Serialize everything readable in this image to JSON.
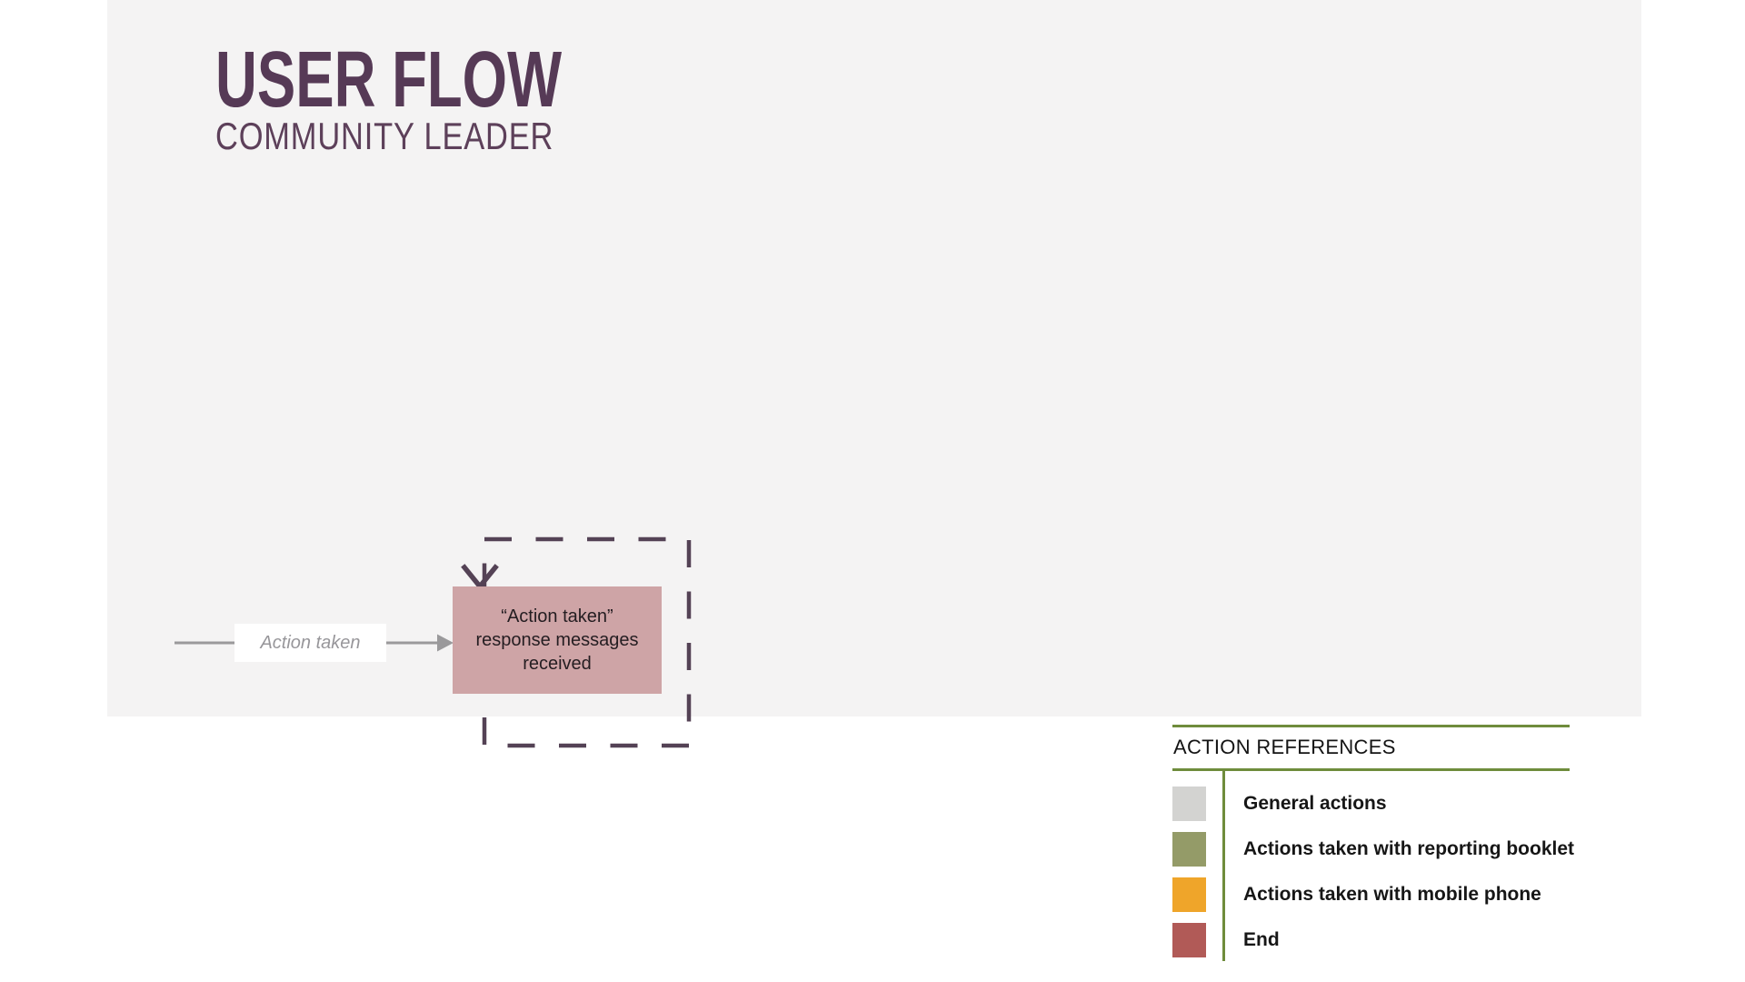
{
  "title": {
    "main": "USER FLOW",
    "subtitle": "COMMUNITY LEADER"
  },
  "flow": {
    "edge_label": "Action taken",
    "end_node": {
      "lines": [
        "“Action taken”",
        "response messages",
        "received"
      ]
    }
  },
  "legend": {
    "title": "ACTION REFERENCES",
    "items": [
      {
        "label": "General actions",
        "color": "#d3d3d1"
      },
      {
        "label": "Actions taken with reporting booklet",
        "color": "#949b68"
      },
      {
        "label": "Actions taken with mobile phone",
        "color": "#efa52a"
      },
      {
        "label": "End",
        "color": "#b15a57"
      }
    ]
  },
  "colors": {
    "title_text": "#563a56",
    "subtitle_text": "#5d405a",
    "panel_bg": "#f4f3f3",
    "node_fill": "#cea4a6",
    "node_text": "#241d21",
    "dashed_outline": "#544255",
    "arrow_gray": "#9a999b",
    "edge_label_text": "#97969a",
    "legend_line_green": "#6f8c3c"
  }
}
